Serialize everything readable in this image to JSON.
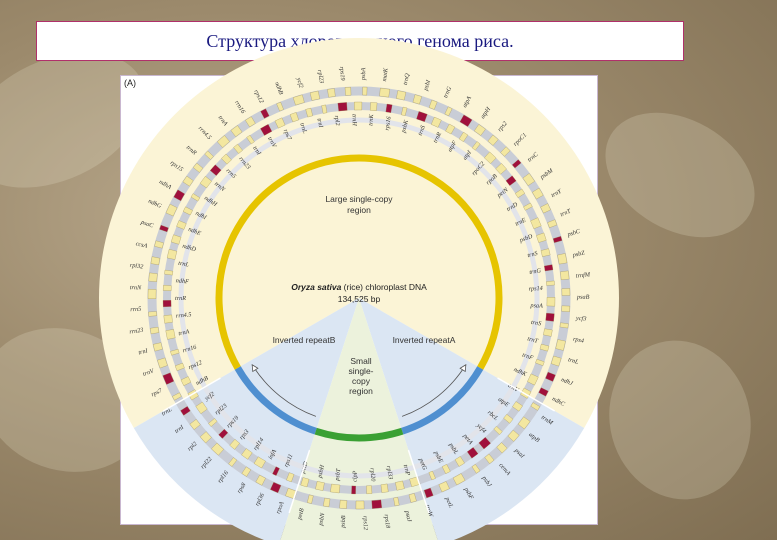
{
  "slide": {
    "title": "Структура хлоропластного генома риса.",
    "panel_label": "(A)"
  },
  "diagram": {
    "center_title_species": "Oryza sativa",
    "center_title_rest": " (rice) chloroplast DNA",
    "center_size": "134,525 bp",
    "regions": {
      "lsc": [
        "Large single-copy",
        "region"
      ],
      "ira": "Inverted repeatA",
      "irb": "Inverted repeatB",
      "ssc": [
        "Small",
        "single-",
        "copy",
        "region"
      ]
    },
    "gene_labels": [
      "psbA",
      "trnK",
      "matK",
      "rps16",
      "trnQ",
      "psbK",
      "psbI",
      "trnS",
      "trnG",
      "trnR",
      "atpA",
      "atpF",
      "atpH",
      "atpI",
      "rps2",
      "rpoC2",
      "rpoC1",
      "rpoB",
      "trnC",
      "petN",
      "psbM",
      "trnD",
      "trnY",
      "trnE",
      "trnT",
      "psbD",
      "psbC",
      "trnS",
      "psbZ",
      "trnG",
      "trnfM",
      "rps14",
      "psaB",
      "psaA",
      "ycf3",
      "trnS",
      "rps4",
      "trnT",
      "trnL",
      "trnF",
      "ndhJ",
      "ndhK",
      "ndhC",
      "trnV",
      "trnM",
      "atpE",
      "atpB",
      "rbcL",
      "psaI",
      "ycf4",
      "cemA",
      "petA",
      "psbJ",
      "psbL",
      "psbF",
      "psbE",
      "petL",
      "petG",
      "trnW",
      "trnP",
      "psaJ",
      "rpl33",
      "rps18",
      "rpl20",
      "rps12",
      "clpP",
      "psbB",
      "psbT",
      "psbN",
      "psbH",
      "petB",
      "petD",
      "rpoA",
      "rps11",
      "rpl36",
      "infA",
      "rps8",
      "rpl14",
      "rpl16",
      "rps3",
      "rpl22",
      "rps19",
      "rpl2",
      "rpl23",
      "trnI",
      "ycf2",
      "trnL",
      "ndhB",
      "rps7",
      "rps12",
      "trnV",
      "rrn16",
      "trnI",
      "trnA",
      "rrn23",
      "rrn4.5",
      "rrn5",
      "trnR",
      "trnN",
      "ndhF",
      "rpl32",
      "trnL",
      "ccsA",
      "ndhD",
      "psaC",
      "ndhE",
      "ndhG",
      "ndhI",
      "ndhA",
      "ndhH",
      "rps15",
      "trnN",
      "trnR",
      "rrn5",
      "rrn4.5",
      "rrn23",
      "trnA",
      "trnI",
      "rrn16",
      "trnV",
      "rps12",
      "rps7",
      "ndhB",
      "trnL",
      "ycf2",
      "trnI",
      "rpl23",
      "rpl2",
      "rps19",
      "trnH"
    ],
    "colors": {
      "lsc_bg": "#fbf4d6",
      "ssc_bg": "#ecf2dc",
      "ir_bg": "#dbe6f3",
      "gene_yellow": "#f3e7a0",
      "gene_red": "#a0103c",
      "ring_gray": "#c9cdd6",
      "lsc_arc": "#e6c400",
      "ir_arc": "#4f8fd0",
      "ssc_arc": "#3aa033"
    }
  }
}
